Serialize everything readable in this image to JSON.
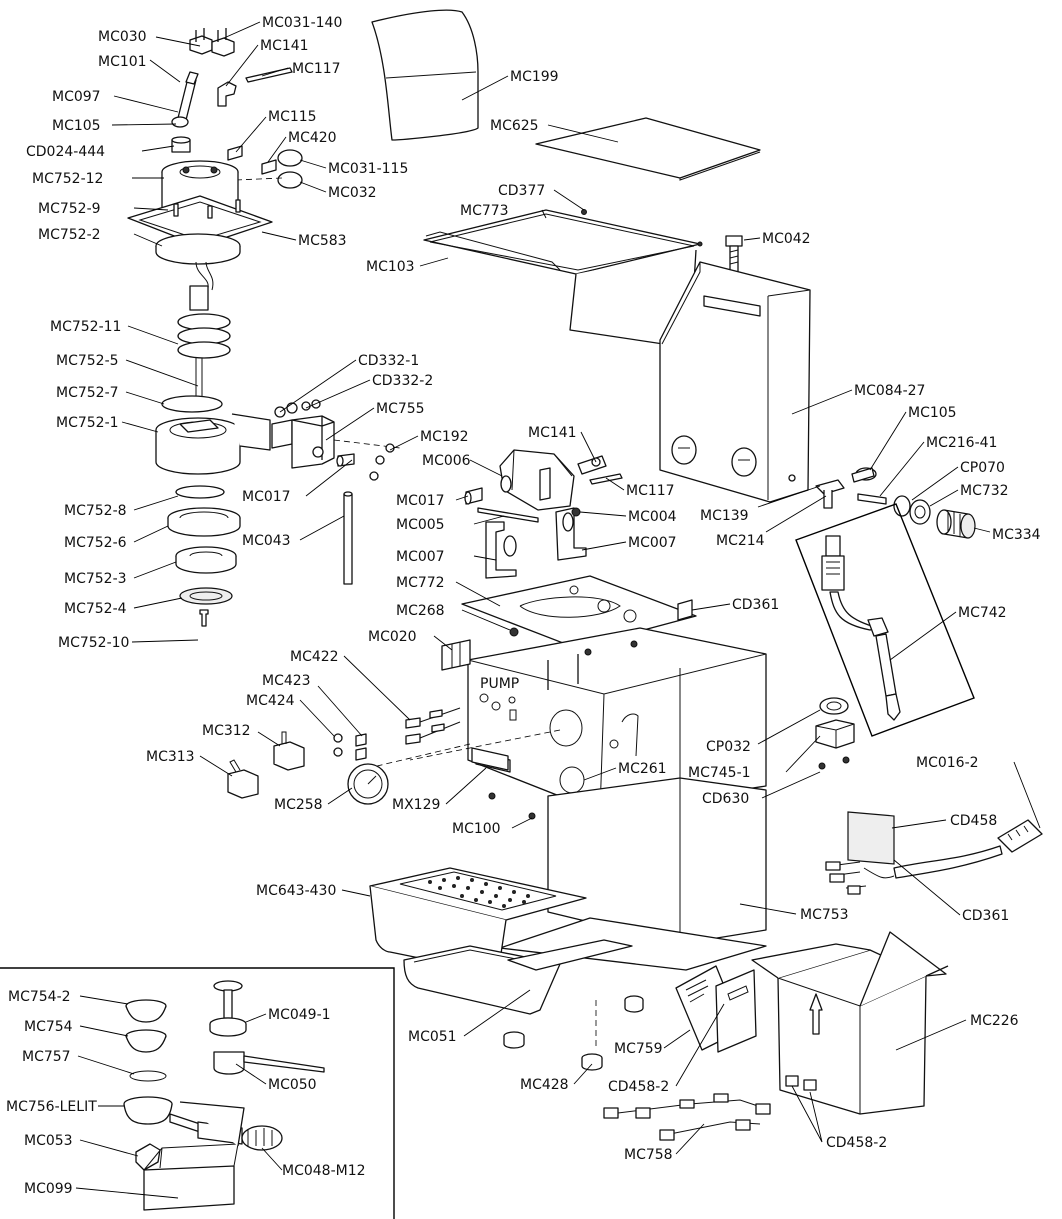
{
  "labels": {
    "MC030": "MC030",
    "MC031_140": "MC031-140",
    "MC141_top": "MC141",
    "MC101": "MC101",
    "MC117_top": "MC117",
    "MC097": "MC097",
    "MC105_top": "MC105",
    "MC115": "MC115",
    "CD024_444": "CD024-444",
    "MC420": "MC420",
    "MC752_12": "MC752-12",
    "MC031_115": "MC031-115",
    "MC032": "MC032",
    "MC752_9": "MC752-9",
    "MC752_2": "MC752-2",
    "MC583": "MC583",
    "MC199": "MC199",
    "MC625": "MC625",
    "CD377": "CD377",
    "MC773": "MC773",
    "MC042": "MC042",
    "MC103": "MC103",
    "MC752_11": "MC752-11",
    "MC752_5": "MC752-5",
    "CD332_1": "CD332-1",
    "CD332_2": "CD332-2",
    "MC752_7": "MC752-7",
    "MC755": "MC755",
    "MC752_1": "MC752-1",
    "MC084_27": "MC084-27",
    "MC105_right": "MC105",
    "MC192": "MC192",
    "MC141_mid": "MC141",
    "MC216_41": "MC216-41",
    "MC006": "MC006",
    "CP070": "CP070",
    "MC732": "MC732",
    "MC017_left": "MC017",
    "MC017_mid": "MC017",
    "MC117_mid": "MC117",
    "MC139": "MC139",
    "MC334": "MC334",
    "MC005": "MC005",
    "MC004": "MC004",
    "MC214": "MC214",
    "MC752_8": "MC752-8",
    "MC043": "MC043",
    "MC752_6": "MC752-6",
    "MC007_left": "MC007",
    "MC007_right": "MC007",
    "MC752_3": "MC752-3",
    "MC772": "MC772",
    "CD361_top": "CD361",
    "MC752_4": "MC752-4",
    "MC268": "MC268",
    "MC742": "MC742",
    "MC752_10": "MC752-10",
    "MC020": "MC020",
    "MC422": "MC422",
    "MC423": "MC423",
    "MC424": "MC424",
    "MC312": "MC312",
    "CP032": "CP032",
    "MC313": "MC313",
    "MC261": "MC261",
    "MC745_1": "MC745-1",
    "MC016_2": "MC016-2",
    "MC258": "MC258",
    "MX129": "MX129",
    "CD630": "CD630",
    "CD458_top": "CD458",
    "MC100": "MC100",
    "MC643_430": "MC643-430",
    "MC753": "MC753",
    "CD361_bottom": "CD361",
    "MC754_2": "MC754-2",
    "MC049_1": "MC049-1",
    "MC226": "MC226",
    "MC754": "MC754",
    "MC051": "MC051",
    "MC759": "MC759",
    "MC757": "MC757",
    "MC050": "MC050",
    "MC428": "MC428",
    "CD458_2_mid": "CD458-2",
    "MC756_LELIT": "MC756-LELIT",
    "CD458_2_box": "CD458-2",
    "MC053": "MC053",
    "MC048_M12": "MC048-M12",
    "MC758": "MC758",
    "MC099": "MC099"
  },
  "markings": {
    "pump_label": "PUMP",
    "box_arrow": "THIS SIDE UP"
  }
}
